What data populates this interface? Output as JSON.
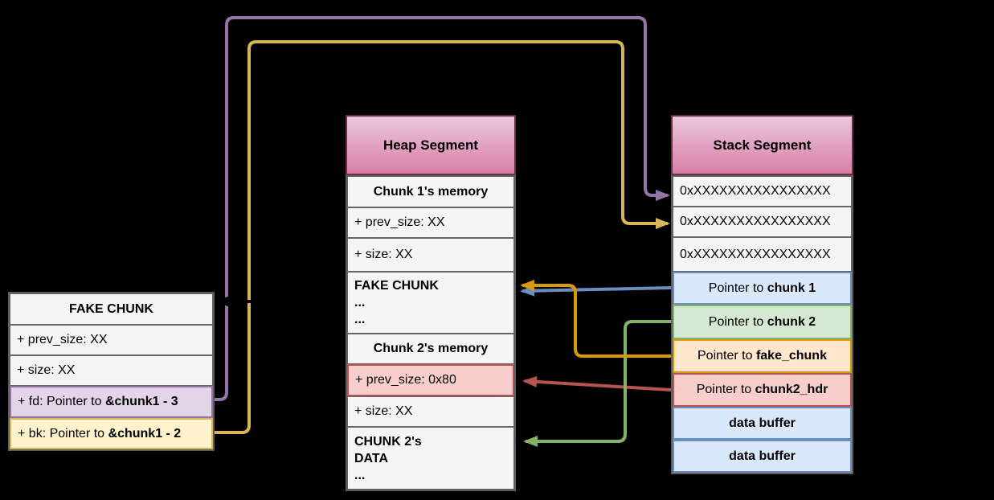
{
  "background_color": "#000000",
  "colors": {
    "gray": {
      "fill": "#f5f5f5",
      "stroke": "#666666"
    },
    "blue": {
      "fill": "#dae8fc",
      "stroke": "#6c8ebf"
    },
    "green": {
      "fill": "#d5e8d4",
      "stroke": "#82b366"
    },
    "orange": {
      "fill": "#ffe6cc",
      "stroke": "#d79b00"
    },
    "red": {
      "fill": "#f8cecc",
      "stroke": "#b85450"
    },
    "purple": {
      "fill": "#e1d5e7",
      "stroke": "#9673a6"
    },
    "yellow": {
      "fill": "#fff2cc",
      "stroke": "#d6b656"
    },
    "black": {
      "fill": "#000000",
      "stroke": "#000000"
    },
    "header_top": "#ecc7da",
    "header_bottom": "#d87ea8",
    "header_border": "#6b2c4e"
  },
  "tables": {
    "fake": {
      "title": "FAKE CHUNK",
      "rows": [
        {
          "name": "fake-row-prev-size",
          "text": "+ prev_size: XX",
          "color": "gray",
          "align": "left"
        },
        {
          "name": "fake-row-size",
          "text": "+ size: XX",
          "color": "gray",
          "align": "left"
        },
        {
          "name": "fake-row-fd",
          "text": "+ fd: Pointer to ",
          "bold_text": "&chunk1 - 3",
          "color": "purple",
          "align": "left"
        },
        {
          "name": "fake-row-bk",
          "text": "+ bk: Pointer to ",
          "bold_text": "&chunk1 - 2",
          "color": "yellow",
          "align": "left"
        }
      ]
    },
    "heap": {
      "title": "Heap Segment",
      "rows": [
        {
          "name": "heap-row-chunk1-memory",
          "text": "Chunk 1's memory",
          "color": "gray",
          "align": "center",
          "bold": true
        },
        {
          "name": "heap-row-chunk1-prev-size",
          "text": "+ prev_size: XX",
          "color": "gray",
          "align": "left"
        },
        {
          "name": "heap-row-chunk1-size",
          "text": "+ size: XX",
          "color": "gray",
          "align": "left"
        },
        {
          "name": "heap-row-fake-chunk",
          "lines": [
            "FAKE CHUNK",
            "...",
            "..."
          ],
          "color": "gray",
          "align": "left",
          "bold": true
        },
        {
          "name": "heap-row-chunk2-memory",
          "text": "Chunk 2's memory",
          "color": "gray",
          "align": "center",
          "bold": true
        },
        {
          "name": "heap-row-chunk2-prev-size",
          "text": "+ prev_size: 0x80",
          "color": "red",
          "align": "left"
        },
        {
          "name": "heap-row-chunk2-size",
          "text": "+ size: XX",
          "color": "gray",
          "align": "left"
        },
        {
          "name": "heap-row-chunk2-data",
          "lines": [
            "CHUNK 2's",
            "DATA",
            "..."
          ],
          "color": "gray",
          "align": "left",
          "bold": true
        }
      ]
    },
    "stack": {
      "title": "Stack Segment",
      "rows": [
        {
          "name": "stack-row-value-1",
          "text": "0xXXXXXXXXXXXXXXXX",
          "color": "gray",
          "align": "left"
        },
        {
          "name": "stack-row-value-2",
          "text": "0xXXXXXXXXXXXXXXXX",
          "color": "gray",
          "align": "left"
        },
        {
          "name": "stack-row-value-3",
          "text": "0xXXXXXXXXXXXXXXXX",
          "color": "gray",
          "align": "left"
        },
        {
          "name": "stack-row-ptr-chunk1",
          "text": "Pointer to ",
          "bold_text": "chunk 1",
          "color": "blue",
          "align": "center"
        },
        {
          "name": "stack-row-ptr-chunk2",
          "text": "Pointer to ",
          "bold_text": "chunk 2",
          "color": "green",
          "align": "center"
        },
        {
          "name": "stack-row-ptr-fake-chunk",
          "text": "Pointer to ",
          "bold_text": "fake_chunk",
          "color": "orange",
          "align": "center"
        },
        {
          "name": "stack-row-ptr-chunk2-hdr",
          "text": "Pointer to ",
          "bold_text": "chunk2_hdr",
          "color": "red",
          "align": "center"
        },
        {
          "name": "stack-row-data-buffer-1",
          "text": "data buffer",
          "color": "blue",
          "align": "center",
          "bold": true
        },
        {
          "name": "stack-row-data-buffer-2",
          "text": "data buffer",
          "color": "blue",
          "align": "center",
          "bold": true
        }
      ]
    }
  },
  "arrows": [
    {
      "name": "arrow-ptr-chunk1-to-heap-fake-chunk",
      "color_key": "blue",
      "from": "Pointer to chunk 1",
      "to": "FAKE CHUNK (heap)"
    },
    {
      "name": "arrow-ptr-chunk2-hdr-to-prev-size-0x80",
      "color_key": "red",
      "from": "Pointer to chunk2_hdr",
      "to": "+ prev_size: 0x80"
    },
    {
      "name": "arrow-ptr-chunk2-to-chunk2-data",
      "color_key": "green",
      "from": "Pointer to chunk 2",
      "to": "CHUNK 2's DATA"
    },
    {
      "name": "arrow-ptr-fake-chunk-to-heap-fake-chunk",
      "color_key": "orange",
      "from": "Pointer to fake_chunk",
      "to": "FAKE CHUNK (heap)"
    },
    {
      "name": "arrow-fd-to-stack-value-1",
      "color_key": "purple",
      "from": "+ fd: Pointer to &chunk1 - 3",
      "to": "stack value 1"
    },
    {
      "name": "arrow-bk-to-stack-value-2",
      "color_key": "yellow",
      "from": "+ bk: Pointer to &chunk1 - 2",
      "to": "stack value 2"
    },
    {
      "name": "arrow-heap-fake-chunk-to-fake-chunk-table",
      "color_key": "black",
      "from": "FAKE CHUNK (heap)",
      "to": "FAKE CHUNK table"
    }
  ]
}
